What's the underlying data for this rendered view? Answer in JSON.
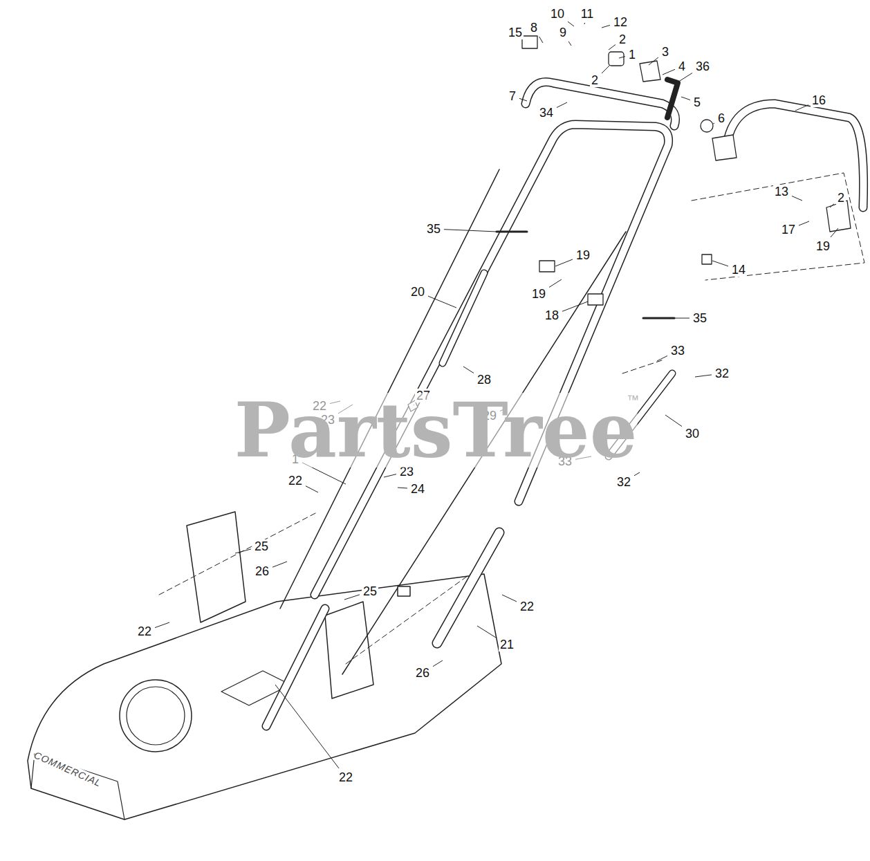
{
  "diagram": {
    "labels": [
      "10",
      "11",
      "12",
      "15",
      "8",
      "9",
      "2",
      "1",
      "3",
      "4",
      "36",
      "2",
      "7",
      "34",
      "5",
      "6",
      "16",
      "13",
      "2",
      "35",
      "17",
      "19",
      "19",
      "14",
      "20",
      "19",
      "18",
      "35",
      "33",
      "32",
      "28",
      "27",
      "22",
      "23",
      "29",
      "30",
      "1",
      "33",
      "23",
      "24",
      "22",
      "32",
      "25",
      "26",
      "25",
      "22",
      "21",
      "22",
      "26",
      "22",
      "PartsTree",
      "™",
      "COMMERCIAL"
    ]
  }
}
